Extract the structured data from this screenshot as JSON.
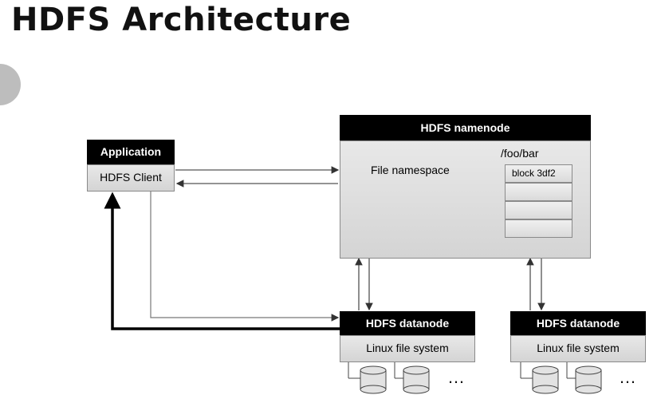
{
  "slide": {
    "title": "HDFS Architecture"
  },
  "application": {
    "header": "Application",
    "client_label": "HDFS Client"
  },
  "namenode": {
    "header": "HDFS namenode",
    "namespace_label": "File namespace",
    "path_label": "/foo/bar",
    "blocks": [
      "block 3df2",
      "",
      "",
      ""
    ]
  },
  "datanodes": [
    {
      "header": "HDFS datanode",
      "fs_label": "Linux file system",
      "more": "…"
    },
    {
      "header": "HDFS datanode",
      "fs_label": "Linux file system",
      "more": "…"
    }
  ],
  "colors": {
    "header_bg": "#000000",
    "box_fill": "#dcdcdc",
    "line": "#666666"
  }
}
